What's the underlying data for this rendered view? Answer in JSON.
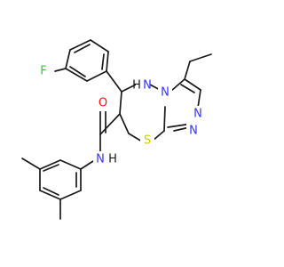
{
  "molecule": {
    "atoms": {
      "F": {
        "label": "F",
        "color": "#33cc33"
      },
      "N_ring_nh": {
        "label": "N",
        "color": "#3333ff"
      },
      "H_ring_nh": {
        "label": "H",
        "color": "#1a1a1a"
      },
      "N_bridge": {
        "label": "N",
        "color": "#3333ff"
      },
      "N_triazole_a": {
        "label": "N",
        "color": "#3333ff"
      },
      "N_triazole_b": {
        "label": "N",
        "color": "#3333ff"
      },
      "S": {
        "label": "S",
        "color": "#cccc00"
      },
      "O": {
        "label": "O",
        "color": "#ff0d0d"
      },
      "N_amide": {
        "label": "N",
        "color": "#3333ff"
      },
      "H_amide": {
        "label": "H",
        "color": "#1a1a1a"
      }
    },
    "bond_color": "#1a1a1a"
  }
}
